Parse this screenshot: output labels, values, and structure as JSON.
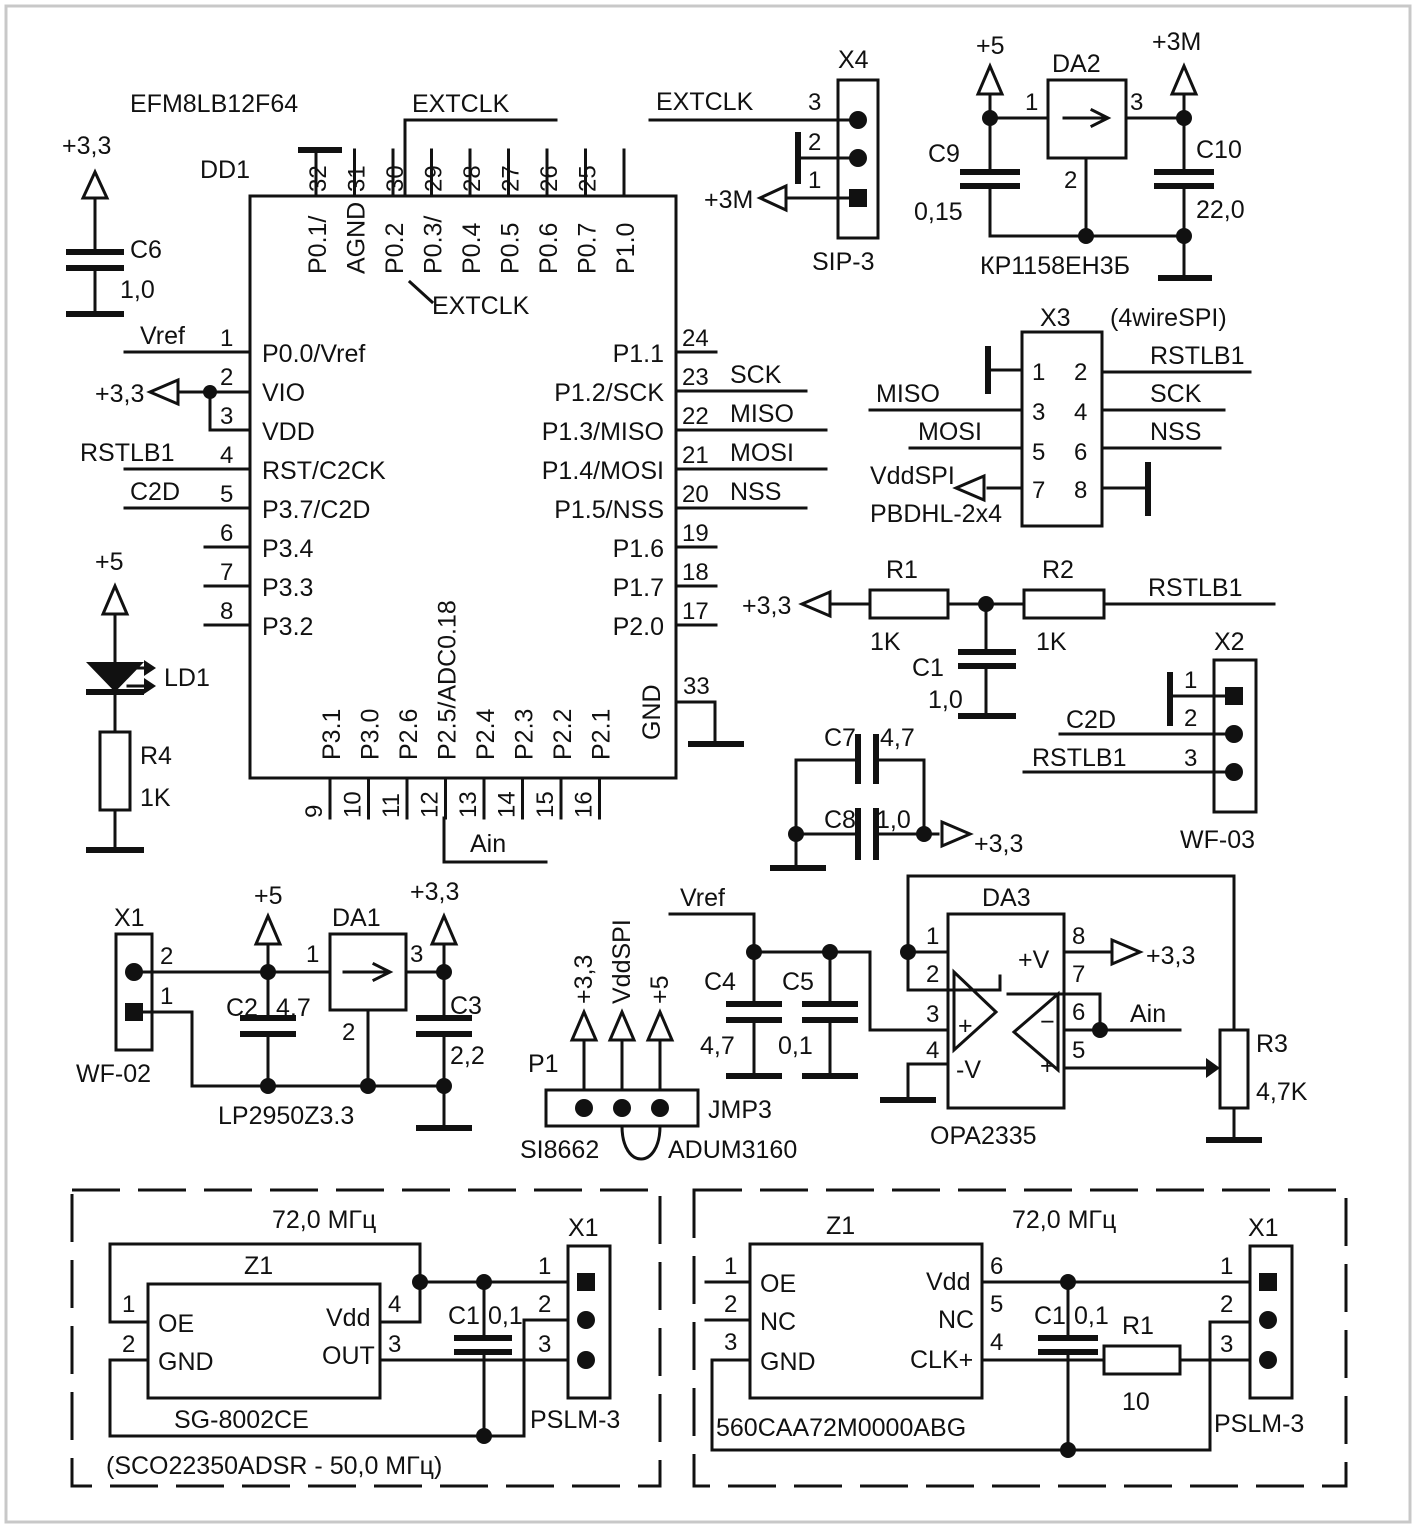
{
  "dd1": {
    "part": "EFM8LB12F64",
    "ref": "DD1",
    "left_pins": [
      {
        "num": "1",
        "name": "P0.0/Vref",
        "net": "Vref"
      },
      {
        "num": "2",
        "name": "VIO",
        "net": ""
      },
      {
        "num": "3",
        "name": "VDD",
        "net": ""
      },
      {
        "num": "4",
        "name": "RST/C2CK",
        "net": "RSTLB1"
      },
      {
        "num": "5",
        "name": "P3.7/C2D",
        "net": "C2D"
      },
      {
        "num": "6",
        "name": "P3.4",
        "net": ""
      },
      {
        "num": "7",
        "name": "P3.3",
        "net": ""
      },
      {
        "num": "8",
        "name": "P3.2",
        "net": ""
      }
    ],
    "right_pins": [
      {
        "num": "24",
        "name": "P1.1",
        "net": ""
      },
      {
        "num": "23",
        "name": "P1.2/SCK",
        "net": "SCK"
      },
      {
        "num": "22",
        "name": "P1.3/MISO",
        "net": "MISO"
      },
      {
        "num": "21",
        "name": "P1.4/MOSI",
        "net": "MOSI"
      },
      {
        "num": "20",
        "name": "P1.5/NSS",
        "net": "NSS"
      },
      {
        "num": "19",
        "name": "P1.6",
        "net": ""
      },
      {
        "num": "18",
        "name": "P1.7",
        "net": ""
      },
      {
        "num": "17",
        "name": "P2.0",
        "net": ""
      }
    ],
    "top_pins": [
      {
        "num": "32",
        "name": "P0.1/"
      },
      {
        "num": "31",
        "name": "AGND"
      },
      {
        "num": "30",
        "name": "P0.2"
      },
      {
        "num": "29",
        "name": "P0.3/"
      },
      {
        "num": "28",
        "name": "P0.4"
      },
      {
        "num": "27",
        "name": "P0.5"
      },
      {
        "num": "26",
        "name": "P0.6"
      },
      {
        "num": "25",
        "name": "P0.7"
      },
      {
        "num": "",
        "name": "P1.0"
      }
    ],
    "bottom_pins": [
      {
        "num": "9",
        "name": "P3.1"
      },
      {
        "num": "10",
        "name": "P3.0"
      },
      {
        "num": "11",
        "name": "P2.6"
      },
      {
        "num": "12",
        "name": "P2.5/ADC0.18"
      },
      {
        "num": "13",
        "name": "P2.4"
      },
      {
        "num": "14",
        "name": "P2.3"
      },
      {
        "num": "15",
        "name": "P2.2"
      },
      {
        "num": "16",
        "name": "P2.1"
      }
    ],
    "gnd_name": "GND",
    "gnd_num": "33",
    "extclk_top": "EXTCLK",
    "extclk_side": "EXTCLK",
    "ain": "Ain",
    "vio_supply": "+3,3"
  },
  "c6": {
    "supply": "+3,3",
    "ref": "C6",
    "value": "1,0"
  },
  "x4": {
    "ref": "X4",
    "type": "SIP-3",
    "net": "EXTCLK",
    "pins": [
      "3",
      "2",
      "1"
    ],
    "supply": "+3M"
  },
  "da2": {
    "ref": "DA2",
    "part": "КР1158ЕН3Б",
    "in_supply": "+5",
    "out_supply": "+3M",
    "pin_in": "1",
    "pin_gnd": "2",
    "pin_out": "3",
    "c9_ref": "C9",
    "c9_val": "0,15",
    "c10_ref": "C10",
    "c10_val": "22,0"
  },
  "x3": {
    "ref": "X3",
    "note": "(4wireSPI)",
    "type": "PBDHL-2x4",
    "pins_left": [
      "1",
      "3",
      "5",
      "7"
    ],
    "pins_right": [
      "2",
      "4",
      "6",
      "8"
    ],
    "nets_left": [
      "MISO",
      "MOSI",
      "VddSPI"
    ],
    "nets_right": [
      "RSTLB1",
      "SCK",
      "NSS"
    ]
  },
  "rc": {
    "supply": "+3,3",
    "r1_ref": "R1",
    "r1_val": "1K",
    "r2_ref": "R2",
    "r2_val": "1K",
    "c1_ref": "C1",
    "c1_val": "1,0",
    "net": "RSTLB1"
  },
  "x2": {
    "ref": "X2",
    "type": "WF-03",
    "pins": [
      "1",
      "2",
      "3"
    ],
    "nets": [
      "C2D",
      "RSTLB1"
    ]
  },
  "led": {
    "supply": "+5",
    "ld_ref": "LD1",
    "r4_ref": "R4",
    "r4_val": "1K"
  },
  "c78": {
    "c7_ref": "C7",
    "c7_val": "4,7",
    "c8_ref": "C8",
    "c8_val": "1,0",
    "supply": "+3,3"
  },
  "pwr": {
    "x1_ref": "X1",
    "x1_type": "WF-02",
    "pin2": "2",
    "pin1": "1",
    "in_supply": "+5",
    "out_supply": "+3,3",
    "da1_ref": "DA1",
    "da1_part": "LP2950Z3.3",
    "pin_in": "1",
    "pin_gnd": "2",
    "pin_out": "3",
    "c2_ref": "C2",
    "c2_val": "4,7",
    "c3_ref": "C3",
    "c3_val": "2,2"
  },
  "p1": {
    "ref": "P1",
    "supplies": [
      "+3,3",
      "VddSPI",
      "+5"
    ],
    "jmp": "JMP3",
    "left": "SI8662",
    "right": "ADUM3160"
  },
  "amp": {
    "vref": "Vref",
    "c4_ref": "C4",
    "c4_val": "4,7",
    "c5_ref": "C5",
    "c5_val": "0,1",
    "da3_ref": "DA3",
    "da3_part": "OPA2335",
    "pins": [
      "1",
      "2",
      "3",
      "4",
      "5",
      "6",
      "7",
      "8"
    ],
    "vpos": "+V",
    "vneg": "-V",
    "supply": "+3,3",
    "ain": "Ain",
    "r3_ref": "R3",
    "r3_val": "4,7K"
  },
  "osc1": {
    "freq": "72,0 МГц",
    "z_ref": "Z1",
    "part": "SG-8002CE",
    "alt": "(SCO22350ADSR - 50,0 МГц)",
    "pin_oe": "OE",
    "pin_gnd": "GND",
    "pin_vdd": "Vdd",
    "pin_out": "OUT",
    "pins": [
      "1",
      "2",
      "4",
      "3"
    ],
    "c_ref": "C1",
    "c_val": "0,1",
    "x_ref": "X1",
    "x_type": "PSLM-3",
    "x_pins": [
      "1",
      "2",
      "3"
    ]
  },
  "osc2": {
    "freq": "72,0 МГц",
    "z_ref": "Z1",
    "part": "560CAA72M0000ABG",
    "pin_names": [
      "OE",
      "NC",
      "GND",
      "Vdd",
      "NC",
      "CLK+"
    ],
    "pins": [
      "1",
      "2",
      "3",
      "6",
      "5",
      "4"
    ],
    "c_ref": "C1",
    "c_val": "0,1",
    "r_ref": "R1",
    "r_val": "10",
    "x_ref": "X1",
    "x_type": "PSLM-3",
    "x_pins": [
      "1",
      "2",
      "3"
    ]
  }
}
